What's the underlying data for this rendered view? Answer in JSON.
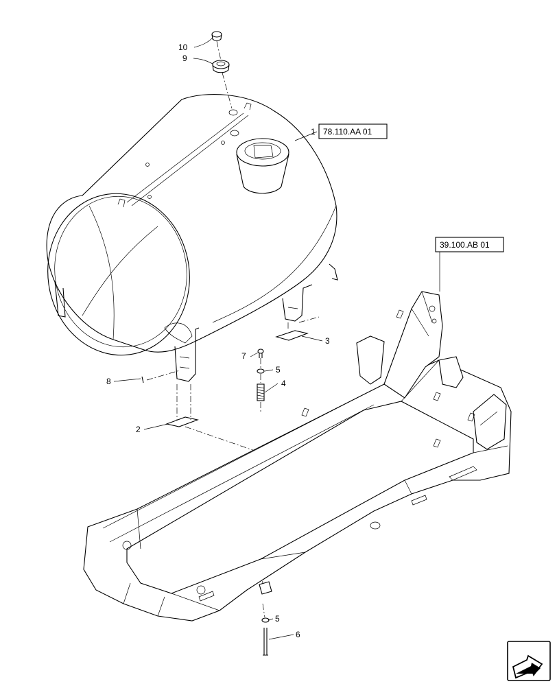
{
  "callouts": {
    "c1": "1",
    "c2": "2",
    "c3": "3",
    "c4": "4",
    "c5a": "5",
    "c5b": "5",
    "c6": "6",
    "c7": "7",
    "c8": "8",
    "c9": "9",
    "c10": "10"
  },
  "references": {
    "tank_ref": "78.110.AA 01",
    "frame_ref": "39.100.AB 01"
  },
  "icons": {
    "nav": "next-page-arrow-icon"
  }
}
